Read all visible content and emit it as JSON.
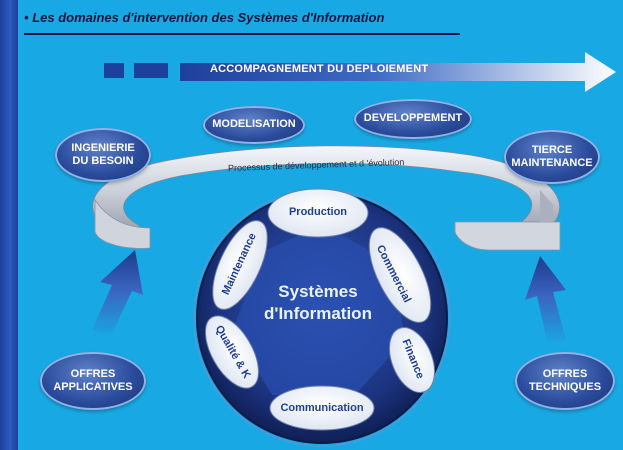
{
  "header": {
    "bullet": "•",
    "title": "Les domaines d'intervention des Systèmes d'Information"
  },
  "banner": {
    "label": "ACCOMPAGNEMENT DU DEPLOIEMENT"
  },
  "phases": {
    "ingenierie": [
      "INGENIERIE",
      "DU BESOIN"
    ],
    "modelisation": "MODELISATION",
    "developpement": "DEVELOPPEMENT",
    "tierce": [
      "TIERCE",
      "MAINTENANCE"
    ]
  },
  "band_caption": "Processus de développement et d 'évolution",
  "center": {
    "line1": "Systèmes",
    "line2": "d'Information"
  },
  "domains": {
    "production": "Production",
    "commercial": "Commercial",
    "finance": "Finance",
    "communication": "Communication",
    "qualite": "Qualité & K",
    "maintenance": "Maintenance"
  },
  "offers": {
    "applicatives": [
      "OFFRES",
      "APPLICATIVES"
    ],
    "techniques": [
      "OFFRES",
      "TECHNIQUES"
    ]
  },
  "colors": {
    "background": "#18a9e4",
    "pill": "#2b4c9c",
    "wheel": "#1b2f6b",
    "text_dark": "#0b1540"
  }
}
